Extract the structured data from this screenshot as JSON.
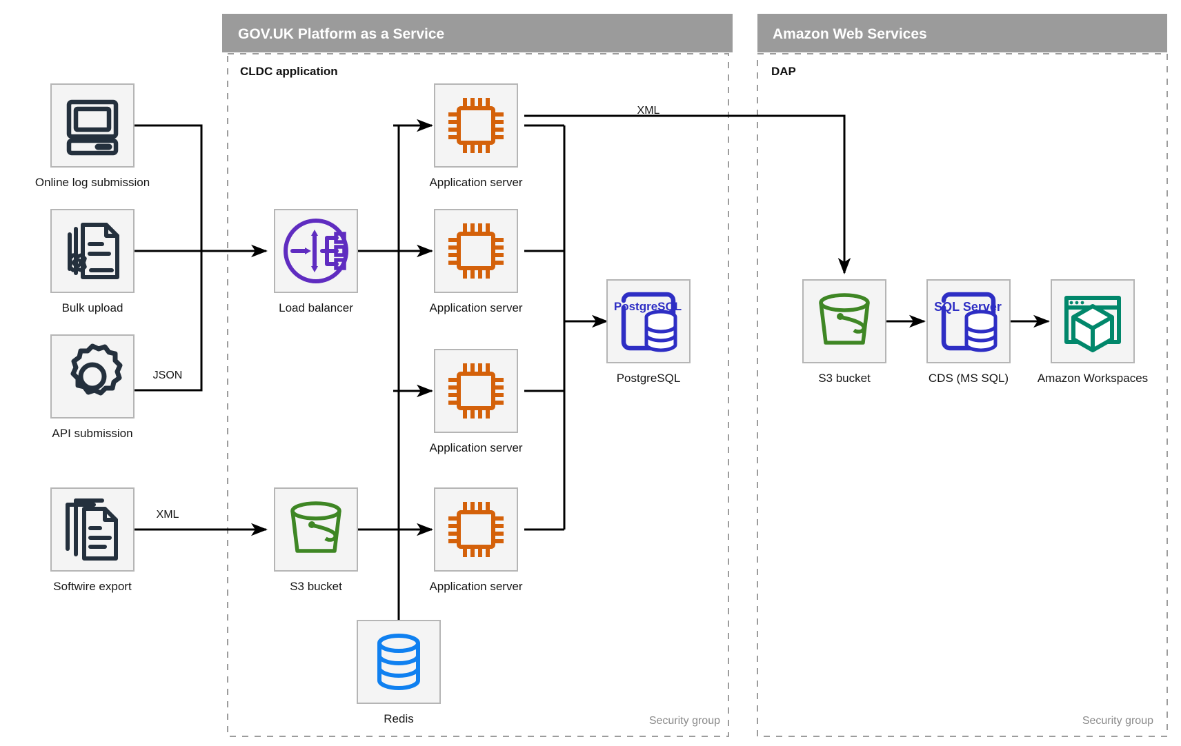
{
  "zones": [
    {
      "id": "paas",
      "title": "GOV.UK Platform as a Service",
      "subtitle": "CLDC application",
      "security_label": "Security group"
    },
    {
      "id": "aws",
      "title": "Amazon Web Services",
      "subtitle": "DAP",
      "security_label": "Security group"
    }
  ],
  "nodes": {
    "online_log": {
      "label": "Online log submission",
      "icon": "desktop-computer-icon"
    },
    "bulk_upload": {
      "label": "Bulk upload",
      "icon": "document-gear-icon"
    },
    "api_submission": {
      "label": "API submission",
      "icon": "gear-icon"
    },
    "softwire_export": {
      "label": "Softwire export",
      "icon": "document-stack-icon"
    },
    "load_balancer": {
      "label": "Load balancer",
      "icon": "load-balancer-icon"
    },
    "s3_paas": {
      "label": "S3 bucket",
      "icon": "s3-bucket-icon"
    },
    "app_server_1": {
      "label": "Application server",
      "icon": "cpu-chip-icon"
    },
    "app_server_2": {
      "label": "Application server",
      "icon": "cpu-chip-icon"
    },
    "app_server_3": {
      "label": "Application server",
      "icon": "cpu-chip-icon"
    },
    "app_server_4": {
      "label": "Application server",
      "icon": "cpu-chip-icon"
    },
    "redis": {
      "label": "Redis",
      "icon": "redis-database-icon"
    },
    "postgresql": {
      "label": "PostgreSQL",
      "icon": "postgresql-icon",
      "badge": "PostgreSQL"
    },
    "s3_aws": {
      "label": "S3 bucket",
      "icon": "s3-bucket-icon"
    },
    "cds": {
      "label": "CDS (MS SQL)",
      "icon": "sql-server-icon",
      "badge": "SQL Server"
    },
    "workspaces": {
      "label": "Amazon Workspaces",
      "icon": "amazon-workspaces-icon"
    }
  },
  "edge_labels": {
    "api_json": "JSON",
    "softwire_xml": "XML",
    "appserver_xml": "XML"
  },
  "colors": {
    "header_bar": "#9b9b9b",
    "node_fill": "#f4f4f4",
    "node_border": "#b5b5b5",
    "dark_navy": "#24303d",
    "orange": "#d4610a",
    "purple": "#5f2cc0",
    "green": "#3e8624",
    "blue": "#0f80f0",
    "db_blue": "#2e2ec4",
    "teal": "#01876b",
    "flow_line": "#000000",
    "security_text": "#8a8a8a"
  }
}
